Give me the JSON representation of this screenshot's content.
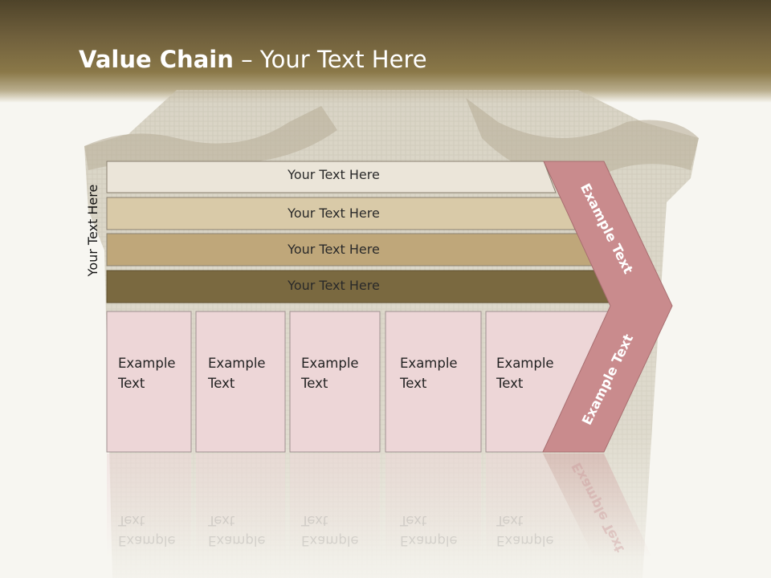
{
  "slide": {
    "title_bold": "Value Chain",
    "title_rest": " – Your Text Here"
  },
  "side_label": "Your Text Here",
  "bands": [
    {
      "label": "Your Text Here",
      "color": "#ebe5d9"
    },
    {
      "label": "Your Text Here",
      "color": "#d9caa8"
    },
    {
      "label": "Your Text Here",
      "color": "#bfa77a"
    },
    {
      "label": "Your Text Here",
      "color": "#7a6940"
    }
  ],
  "cells": [
    {
      "line1": "Example",
      "line2": "Text"
    },
    {
      "line1": "Example",
      "line2": "Text"
    },
    {
      "line1": "Example",
      "line2": "Text"
    },
    {
      "line1": "Example",
      "line2": "Text"
    },
    {
      "line1": "Example",
      "line2": "Text"
    }
  ],
  "arrow": {
    "upper_label": "Example Text",
    "lower_label": "Example Text",
    "color": "#c98b8d"
  },
  "colors": {
    "header": "#6f5f3c",
    "cell_fill": "#edd6d7"
  }
}
